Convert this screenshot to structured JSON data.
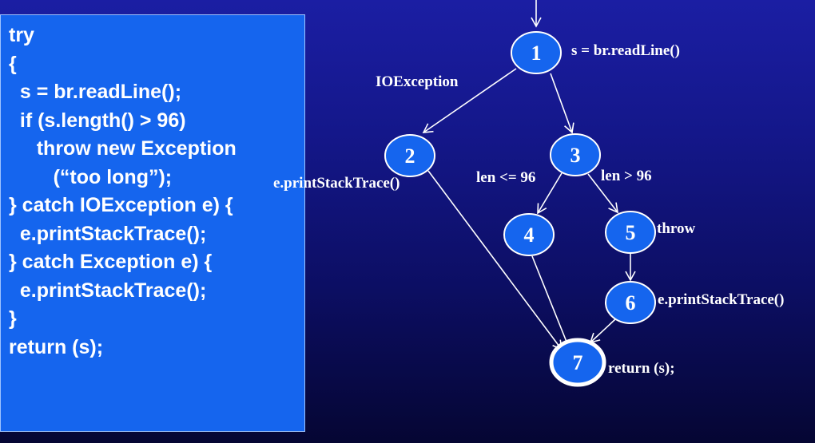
{
  "code": {
    "lines": [
      "try",
      "{",
      "  s = br.readLine();",
      "  if (s.length() > 96)",
      "     throw new Exception",
      "        (“too long”);",
      "} catch IOException e) {",
      "  e.printStackTrace();",
      "} catch Exception e) {",
      "  e.printStackTrace();",
      "}",
      "return (s);"
    ]
  },
  "graph": {
    "nodes": [
      {
        "id": "1",
        "label": "1",
        "annotation": "s = br.readLine()",
        "final": false
      },
      {
        "id": "2",
        "label": "2",
        "annotation": "e.printStackTrace()",
        "final": false
      },
      {
        "id": "3",
        "label": "3",
        "annotation": "",
        "final": false
      },
      {
        "id": "4",
        "label": "4",
        "annotation": "",
        "final": false
      },
      {
        "id": "5",
        "label": "5",
        "annotation": "throw",
        "final": false
      },
      {
        "id": "6",
        "label": "6",
        "annotation": "e.printStackTrace()",
        "final": false
      },
      {
        "id": "7",
        "label": "7",
        "annotation": "return (s);",
        "final": true
      }
    ],
    "edges": [
      {
        "from": "entry",
        "to": "1",
        "label": ""
      },
      {
        "from": "1",
        "to": "2",
        "label": "IOException"
      },
      {
        "from": "1",
        "to": "3",
        "label": ""
      },
      {
        "from": "2",
        "to": "7",
        "label": ""
      },
      {
        "from": "3",
        "to": "4",
        "label": "len <= 96"
      },
      {
        "from": "3",
        "to": "5",
        "label": "len > 96"
      },
      {
        "from": "4",
        "to": "7",
        "label": ""
      },
      {
        "from": "5",
        "to": "6",
        "label": ""
      },
      {
        "from": "6",
        "to": "7",
        "label": ""
      }
    ]
  }
}
